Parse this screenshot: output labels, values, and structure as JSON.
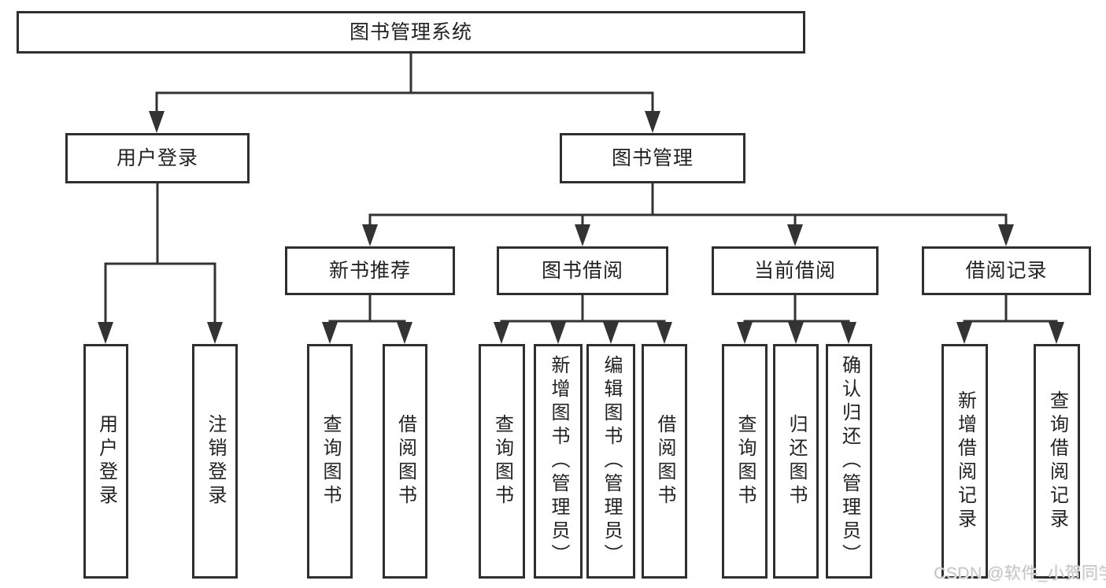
{
  "title": "图书管理系统",
  "nodes": {
    "root": "图书管理系统",
    "user_login": "用户登录",
    "book_mgmt": "图书管理",
    "login": "用户登录",
    "logout": "注销登录",
    "new_book": "新书推荐",
    "book_borrow": "图书借阅",
    "current_borrow": "当前借阅",
    "borrow_records": "借阅记录",
    "query_books_a": "查询图书",
    "borrow_books_a": "借阅图书",
    "query_books_b": "查询图书",
    "add_books": "新增图书（管理员）",
    "edit_books": "编辑图书（管理员）",
    "borrow_books_b": "借阅图书",
    "query_books_c": "查询图书",
    "return_books": "归还图书",
    "confirm_return": "确认归还（管理员）",
    "add_record": "新增借阅记录",
    "query_record": "查询借阅记录"
  },
  "hierarchy": {
    "root": [
      "user_login",
      "book_mgmt"
    ],
    "user_login": [
      "login",
      "logout"
    ],
    "book_mgmt": [
      "new_book",
      "book_borrow",
      "current_borrow",
      "borrow_records"
    ],
    "new_book": [
      "query_books_a",
      "borrow_books_a"
    ],
    "book_borrow": [
      "query_books_b",
      "add_books",
      "edit_books",
      "borrow_books_b"
    ],
    "current_borrow": [
      "query_books_c",
      "return_books",
      "confirm_return"
    ],
    "borrow_records": [
      "add_record",
      "query_record"
    ]
  },
  "watermark": "CSDN @软件_小贺同学",
  "colors": {
    "line": "#333333",
    "border": "#2f2f2f",
    "text": "#222222",
    "background": "#ffffff",
    "watermark": "#c6c6c6"
  }
}
